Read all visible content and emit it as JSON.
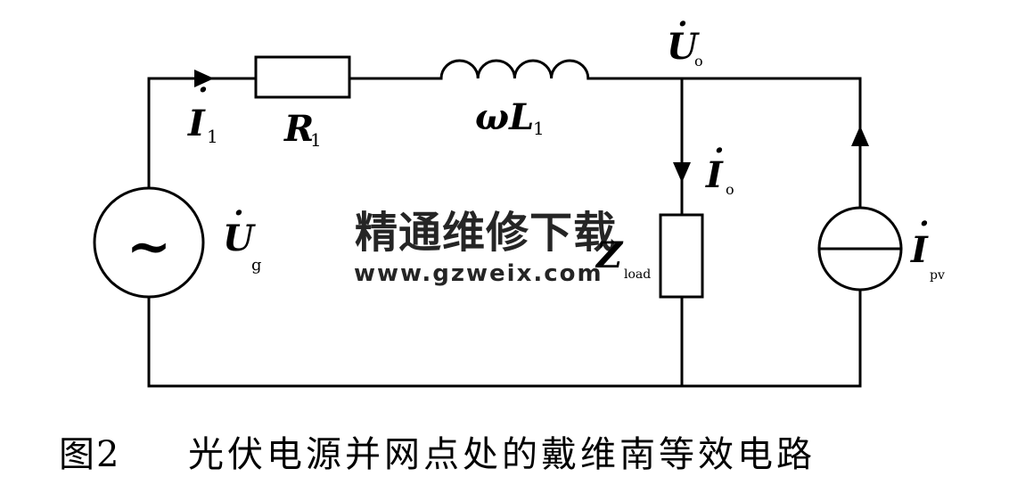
{
  "labels": {
    "I1": {
      "main": "I",
      "sub": "1"
    },
    "R1": {
      "main": "R",
      "sub": "1"
    },
    "wL1": {
      "main": "ωL",
      "sub": "1"
    },
    "Uo": {
      "main": "U",
      "sub": "o"
    },
    "Io": {
      "main": "I",
      "sub": "o"
    },
    "Ug": {
      "main": "U",
      "sub": "g"
    },
    "Zload": {
      "main": "Z",
      "sub": "load"
    },
    "Ipv": {
      "main": "I",
      "sub": "pv"
    }
  },
  "source_symbol": "~",
  "watermark": {
    "text": "精通维修下载",
    "url": "www.gzweix.com",
    "color": "#f3b79b"
  },
  "caption": {
    "figure": "图2",
    "title": "光伏电源并网点处的戴维南等效电路"
  }
}
